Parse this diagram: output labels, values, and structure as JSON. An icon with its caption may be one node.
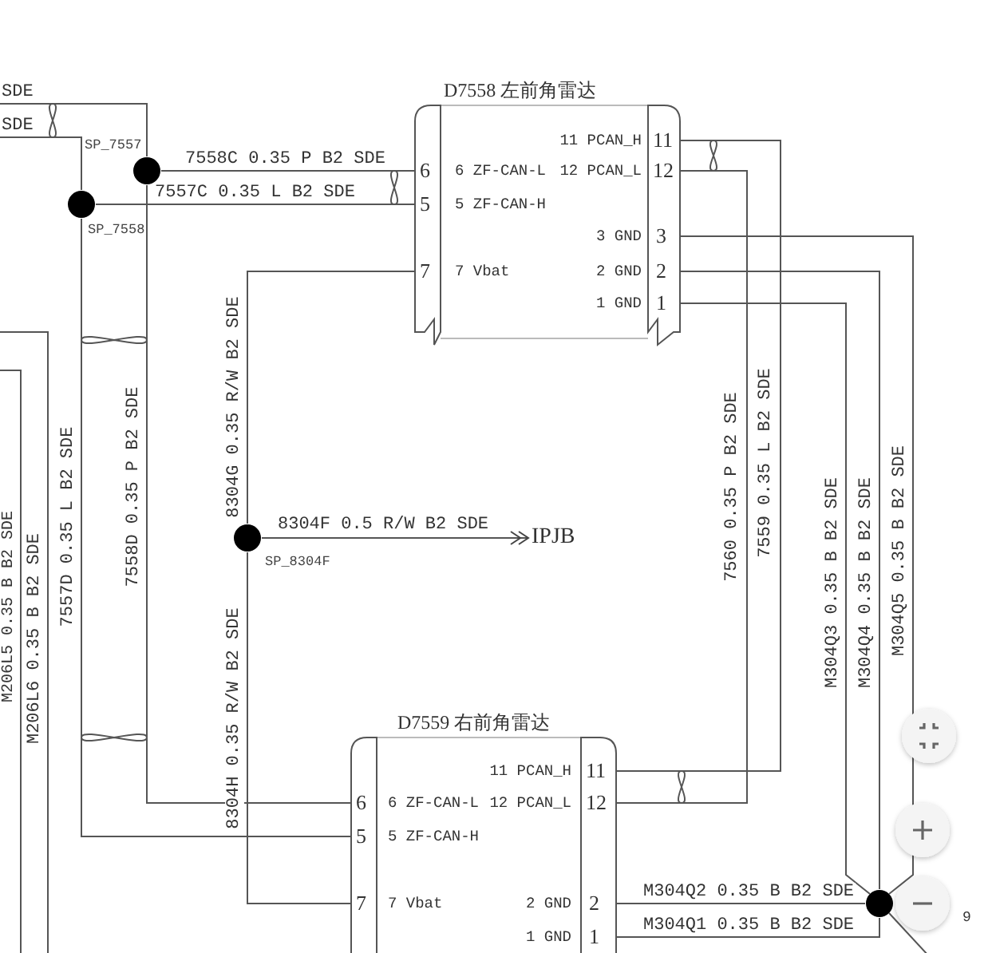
{
  "diagram": {
    "nodes": [
      {
        "text": [
          "D7558 左前角雷达",
          "11 PCAN_H",
          "11",
          "6",
          "6 ZF-CAN-L",
          "12 PCAN_L",
          "12",
          "5",
          "5 ZF-CAN-H",
          "3 GND",
          "3",
          "7",
          "7 Vbat",
          "2 GND",
          "2",
          "1 GND",
          "1"
        ]
      },
      {
        "text": [
          "D7559 右前角雷达",
          "11 PCAN_H",
          "11",
          "6",
          "6 ZF-CAN-L",
          "12 PCAN_L",
          "12",
          "5",
          "5 ZF-CAN-H",
          "7",
          "7 Vbat",
          "2 GND",
          "2",
          "1 GND",
          "1"
        ]
      },
      {
        "text": [],
        "shape": "circle",
        "beside": [
          "SP_7557"
        ]
      },
      {
        "text": [],
        "shape": "circle",
        "beside": [
          "SP_7558"
        ]
      },
      {
        "text": [],
        "shape": "circle",
        "beside": [
          "SP_8304F"
        ]
      },
      {
        "text": [
          "IPJB"
        ]
      },
      {
        "text": [],
        "shape": "circle"
      }
    ],
    "edges": [
      {
        "from": 2,
        "to": 0,
        "arrow": "none",
        "label": "7558C 0.35 P B2 SDE"
      },
      {
        "from": 3,
        "to": 0,
        "arrow": "none",
        "label": "7557C 0.35 L B2 SDE"
      },
      {
        "from": 2,
        "to": 1,
        "arrow": "none",
        "label": "7558D 0.35 P B2 SDE"
      },
      {
        "from": 3,
        "to": 1,
        "arrow": "none",
        "label": "7557D 0.35 L B2 SDE"
      },
      {
        "from": 2,
        "to": null,
        "arrow": "none",
        "label": "SDE"
      },
      {
        "from": 3,
        "to": null,
        "arrow": "none",
        "label": "SDE"
      },
      {
        "from": 4,
        "to": 0,
        "arrow": "none",
        "label": "8304G 0.35 R/W B2 SDE"
      },
      {
        "from": 4,
        "to": 1,
        "arrow": "none",
        "label": "8304H 0.35 R/W B2 SDE"
      },
      {
        "from": 4,
        "to": 5,
        "arrow": "to",
        "label": "8304F 0.5 R/W B2 SDE"
      },
      {
        "from": 0,
        "to": 1,
        "arrow": "none",
        "label": "7559 0.35 L B2 SDE"
      },
      {
        "from": 0,
        "to": 1,
        "arrow": "none",
        "label": "7560 0.35 P B2 SDE"
      },
      {
        "from": 0,
        "to": 6,
        "arrow": "none",
        "label": "M304Q3 0.35 B B2 SDE"
      },
      {
        "from": 0,
        "to": 6,
        "arrow": "none",
        "label": "M304Q4 0.35 B B2 SDE"
      },
      {
        "from": 0,
        "to": 6,
        "arrow": "none",
        "label": "M304Q5 0.35 B B2 SDE"
      },
      {
        "from": 1,
        "to": 6,
        "arrow": "none",
        "label": "M304Q2 0.35 B B2 SDE"
      },
      {
        "from": 1,
        "to": 6,
        "arrow": "none",
        "label": "M304Q1 0.35 B B2 SDE"
      },
      {
        "from": 6,
        "to": null,
        "arrow": "none"
      }
    ],
    "labels": [
      "M206L5 0.35 B B2 SDE",
      "M206L6 0.35 B B2 SDE",
      "9"
    ]
  }
}
